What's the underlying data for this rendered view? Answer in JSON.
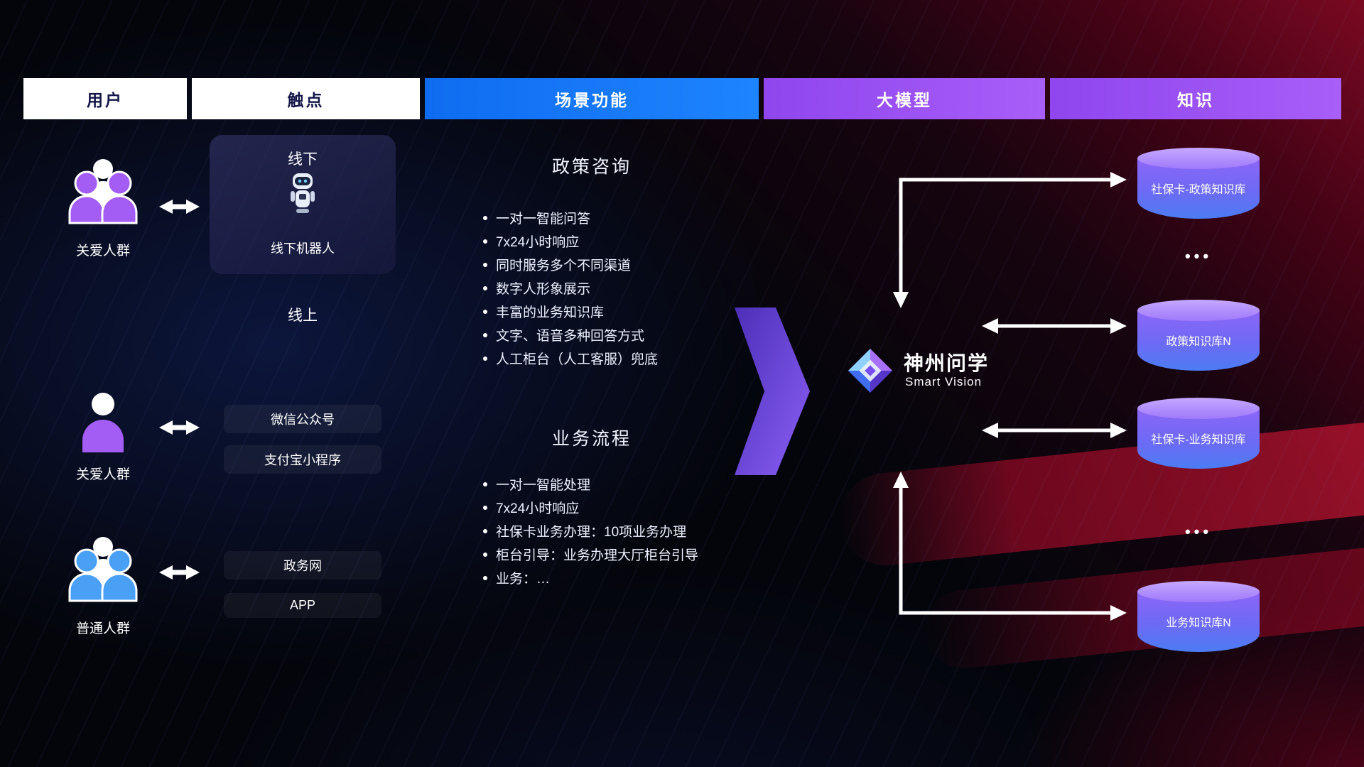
{
  "header": {
    "columns": [
      {
        "label": "用户"
      },
      {
        "label": "触点"
      },
      {
        "label": "场景功能"
      },
      {
        "label": "大模型"
      },
      {
        "label": "知识"
      }
    ]
  },
  "users": [
    {
      "label": "关爱人群",
      "icon": "group-users-purple-icon"
    },
    {
      "label": "关爱人群",
      "icon": "single-user-purple-icon"
    },
    {
      "label": "普通人群",
      "icon": "group-users-blue-icon"
    }
  ],
  "touchpoints": {
    "offline_title": "线下",
    "robot_label": "线下机器人",
    "online_title": "线上",
    "items": [
      "微信公众号",
      "支付宝小程序",
      "政务网",
      "APP"
    ]
  },
  "scenarios": [
    {
      "title": "政策咨询",
      "items": [
        "一对一智能问答",
        "7x24小时响应",
        "同时服务多个不同渠道",
        "数字人形象展示",
        "丰富的业务知识库",
        "文字、语音多种回答方式",
        "人工柜台（人工客服）兜底"
      ]
    },
    {
      "title": "业务流程",
      "items": [
        "一对一智能处理",
        "7x24小时响应",
        "社保卡业务办理：10项业务办理",
        "柜台引导：业务办理大厅柜台引导",
        "业务：…"
      ]
    }
  ],
  "model": {
    "name": "神州问学",
    "subtitle": "Smart Vision"
  },
  "knowledge": {
    "databases": [
      "社保卡-政策知识库",
      "政策知识库N",
      "社保卡-业务知识库",
      "业务知识库N"
    ],
    "more": "•••"
  },
  "colors": {
    "header_blue": "#1173f2",
    "header_purple": "#9c52f0",
    "header_text_dark": "#131647",
    "user_purple": "#a35df5",
    "user_blue": "#4aa0f5",
    "flow_arrow_purple": "#6a46e0",
    "db_top": "#b193fc",
    "db_bottom": "#4b7cf3",
    "background_red": "#c00a30",
    "connector_white": "#ffffff"
  }
}
